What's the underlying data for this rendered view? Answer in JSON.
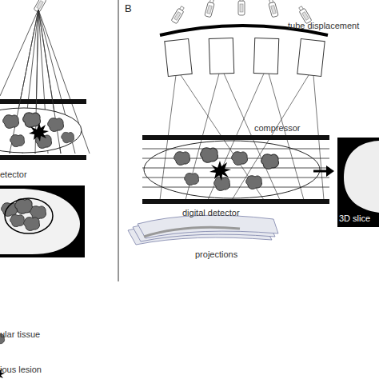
{
  "diagram": {
    "labels": [
      "B",
      "tube displacement",
      "compressor",
      "etector",
      "digital detector",
      "3D slice",
      "projections",
      "ular tissue",
      "ious lesion"
    ]
  }
}
